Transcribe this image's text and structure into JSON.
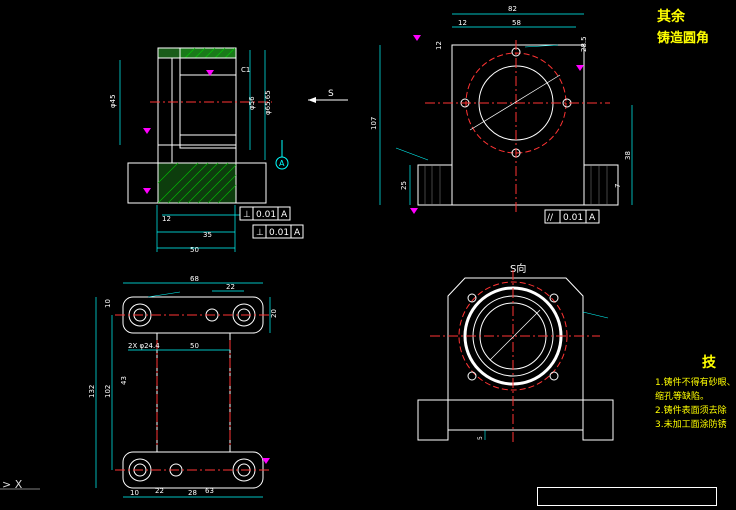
{
  "drawing": {
    "notes": {
      "line1": "其余",
      "line2": "铸造圆角",
      "tech_title": "技",
      "tech_items": [
        "1.铸件不得有砂眼、",
        "缩孔等缺陷。",
        "2.铸件表面须去除",
        "3.未加工面涂防锈"
      ]
    },
    "view_labels": {
      "side_arrow": "S",
      "s_view": "S向"
    },
    "tolerances": {
      "left_perp_1": {
        "symbol": "⊥",
        "value": "0.01",
        "datum": "A"
      },
      "left_perp_2": {
        "symbol": "⊥",
        "value": "0.01",
        "datum": "A"
      },
      "front_parallel": {
        "symbol": "//",
        "value": "0.01",
        "datum": "A"
      }
    },
    "datum_label": "A",
    "dims": {
      "front_width_82": "82",
      "front_width_58": "58",
      "front_12": "12",
      "front_height_107": "107",
      "front_12_side": "12",
      "front_28_5": "28.5",
      "front_38": "38",
      "front_25": "25",
      "front_7": "7",
      "left_12": "12",
      "left_35": "35",
      "left_50": "50",
      "left_c1": "C1",
      "left_phi45": "φ45",
      "left_phi56": "φ56",
      "left_phi65": "φ65.65",
      "top_68": "68",
      "top_22": "22",
      "top_50": "50",
      "top_10": "10",
      "top_20": "20",
      "top_102": "102",
      "top_132": "132",
      "top_43": "43",
      "top_10_b": "10",
      "top_22_b": "22",
      "top_28": "28",
      "top_63": "63",
      "top_phi": "2X φ24.4",
      "sview_5": "5"
    },
    "command_line": "> X"
  }
}
